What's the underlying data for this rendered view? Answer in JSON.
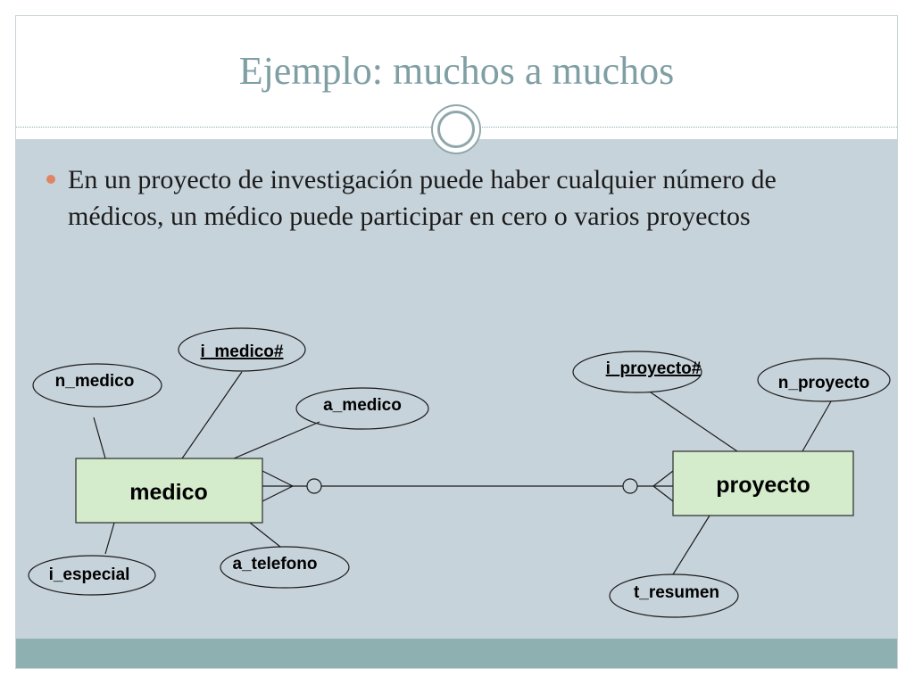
{
  "slide": {
    "title": "Ejemplo: muchos a muchos",
    "bullet": "En un proyecto de investigación puede haber cualquier número de  médicos, un médico puede participar en cero o varios proyectos"
  },
  "diagram": {
    "entities": {
      "medico": "medico",
      "proyecto": "proyecto"
    },
    "attributes": {
      "n_medico": "n_medico",
      "i_medico": "i_medico#",
      "a_medico": "a_medico",
      "i_especial": "i_especial",
      "a_telefono": "a_telefono",
      "i_proyecto": "i_proyecto#",
      "n_proyecto": "n_proyecto",
      "t_resumen": "t_resumen"
    }
  },
  "colors": {
    "title": "#7f9fa4",
    "content_bg": "#c7d3da",
    "footer": "#8fb0b0",
    "entity_fill": "#d4eccc",
    "bullet": "#e08563"
  }
}
